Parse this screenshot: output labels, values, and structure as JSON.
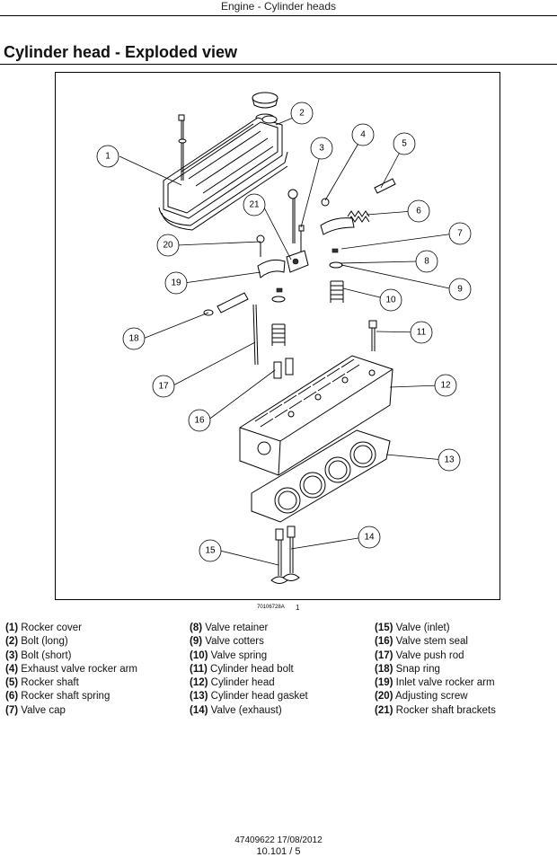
{
  "header": {
    "section": "Engine - Cylinder heads"
  },
  "page_title": "Cylinder head - Exploded view",
  "figure": {
    "reference": "70106728A",
    "number": "1",
    "callouts": [
      "1",
      "2",
      "3",
      "4",
      "5",
      "6",
      "7",
      "8",
      "9",
      "10",
      "11",
      "12",
      "13",
      "14",
      "15",
      "16",
      "17",
      "18",
      "19",
      "20",
      "21"
    ]
  },
  "legend": {
    "col1": [
      {
        "num": "(1)",
        "text": "Rocker cover"
      },
      {
        "num": "(2)",
        "text": "Bolt (long)"
      },
      {
        "num": "(3)",
        "text": "Bolt (short)"
      },
      {
        "num": "(4)",
        "text": "Exhaust valve rocker arm"
      },
      {
        "num": "(5)",
        "text": "Rocker shaft"
      },
      {
        "num": "(6)",
        "text": "Rocker shaft spring"
      },
      {
        "num": "(7)",
        "text": "Valve cap"
      }
    ],
    "col2": [
      {
        "num": "(8)",
        "text": "Valve retainer"
      },
      {
        "num": "(9)",
        "text": "Valve cotters"
      },
      {
        "num": "(10)",
        "text": "Valve spring"
      },
      {
        "num": "(11)",
        "text": "Cylinder head bolt"
      },
      {
        "num": "(12)",
        "text": "Cylinder head"
      },
      {
        "num": "(13)",
        "text": "Cylinder head gasket"
      },
      {
        "num": "(14)",
        "text": "Valve (exhaust)"
      }
    ],
    "col3": [
      {
        "num": "(15)",
        "text": "Valve (inlet)"
      },
      {
        "num": "(16)",
        "text": "Valve stem seal"
      },
      {
        "num": "(17)",
        "text": "Valve push rod"
      },
      {
        "num": "(18)",
        "text": "Snap ring"
      },
      {
        "num": "(19)",
        "text": "Inlet valve rocker arm"
      },
      {
        "num": "(20)",
        "text": "Adjusting screw"
      },
      {
        "num": "(21)",
        "text": "Rocker shaft brackets"
      }
    ]
  },
  "footer": {
    "doc_ref": "47409622 17/08/2012",
    "page": "10.101 / 5"
  }
}
